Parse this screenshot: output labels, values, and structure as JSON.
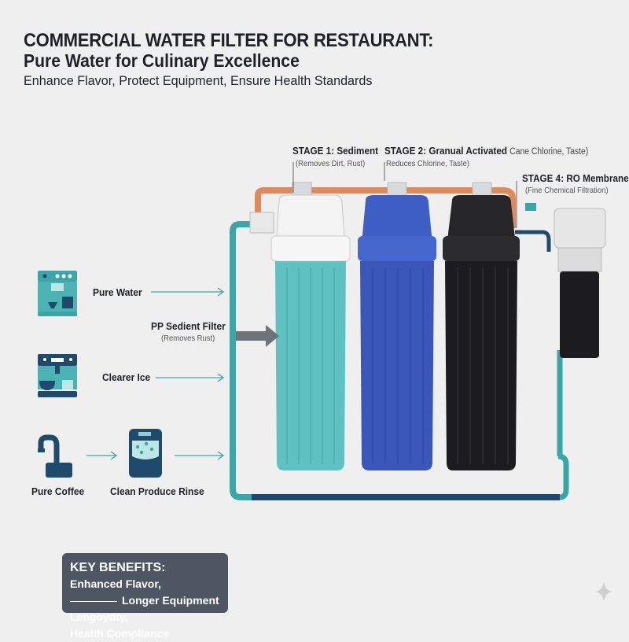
{
  "header": {
    "title": "COMMERCIAL WATER FILTER FOR RESTAURANT:",
    "subtitle": "Pure Water for Culinary Excellence",
    "tagline": "Enhance Flavor, Protect Equipment, Ensure Health Standards"
  },
  "stages": {
    "stage1": {
      "title": "STAGE 1: Sediment",
      "desc": "(Removes Dirt, Rust)"
    },
    "stage2": {
      "title": "STAGE 2: Granual Activated",
      "extra": "Cane Chlorine, Taste)",
      "desc": "Reduces Chlorine, Taste)"
    },
    "stage4": {
      "title": "STAGE 4: RO Membrane",
      "desc": "(Fine Chemical Filtration)"
    }
  },
  "callout": {
    "title": "PP Sedient Filter",
    "desc": "(Removes Rust)"
  },
  "uses": [
    {
      "label": "Pure Water",
      "icon": "espresso-machine-icon"
    },
    {
      "label": "Clearer Ice",
      "icon": "coffee-machine-icon"
    },
    {
      "label": "Pure Coffee",
      "icon": "faucet-icon"
    },
    {
      "label": "Clean Produce Rinse",
      "icon": "ice-machine-icon"
    }
  ],
  "benefits": {
    "heading": "KEY BENEFITS:",
    "line1": "Enhanced Flavor,",
    "line2": "Longer Equipment Lengoydty,",
    "line3": "Health Compliance"
  },
  "colors": {
    "teal": "#3aa6a8",
    "navy": "#1f4a6b",
    "orange": "#e0895a",
    "blue": "#3a56b8",
    "black": "#1c1c1e",
    "panel": "#4d5662"
  }
}
